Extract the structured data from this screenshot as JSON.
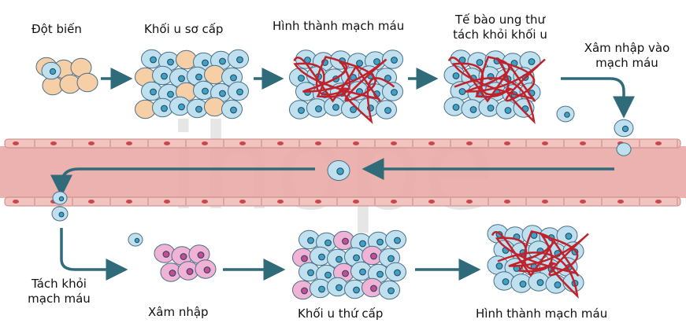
{
  "watermark": "ihope",
  "colors": {
    "arrow": "#2f6b78",
    "vessel": "#e9aaa6",
    "vessel_wall": "#f2c4c0",
    "cell_blue": "#bfe0ef",
    "cell_orange": "#f6cfa7",
    "cell_pink": "#f0b3d6",
    "nucleus": "#3fa0c8",
    "vessel_red": "#c0212a"
  },
  "labels": {
    "mutation": "Đột biến",
    "primary_tumor": "Khối u sơ cấp",
    "angiogenesis_1": "Hình thành mạch máu",
    "detach_line1": "Tế bào ung thư",
    "detach_line2": "tách khỏi khối u",
    "intravasation_line1": "Xâm nhập vào",
    "intravasation_line2": "mạch máu",
    "extravasation_line1": "Tách khỏi",
    "extravasation_line2": "mạch máu",
    "invasion": "Xâm nhập",
    "secondary_tumor": "Khối u thứ cấp",
    "angiogenesis_2": "Hình thành mạch máu"
  }
}
